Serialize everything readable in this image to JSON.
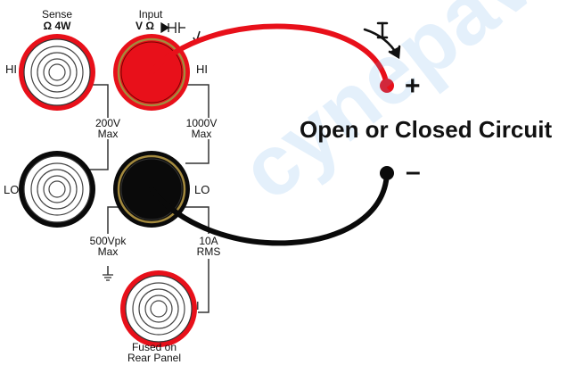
{
  "watermark": "cynepavic",
  "terminals": {
    "sense_top": "Sense",
    "sense_bottom": "Ω 4W",
    "input_top": "Input",
    "input_bottom": "V Ω",
    "hi_left": "HI",
    "hi_right": "HI",
    "lo_left": "LO",
    "lo_right": "LO",
    "current_mark": "I"
  },
  "ratings": {
    "v200": "200V",
    "v200_max": "Max",
    "v1000": "1000V",
    "v1000_max": "Max",
    "v500pk": "500Vpk",
    "v500pk_max": "Max",
    "a10": "10A",
    "a10_rms": "RMS"
  },
  "fuse": {
    "line1": "Fused on",
    "line2": "Rear Panel"
  },
  "circuit": {
    "label": "Open or Closed Circuit",
    "plus": "+",
    "minus": "–"
  },
  "colors": {
    "red": "#e8101a",
    "black": "#0a0a0a",
    "gold": "#a48a3e"
  }
}
